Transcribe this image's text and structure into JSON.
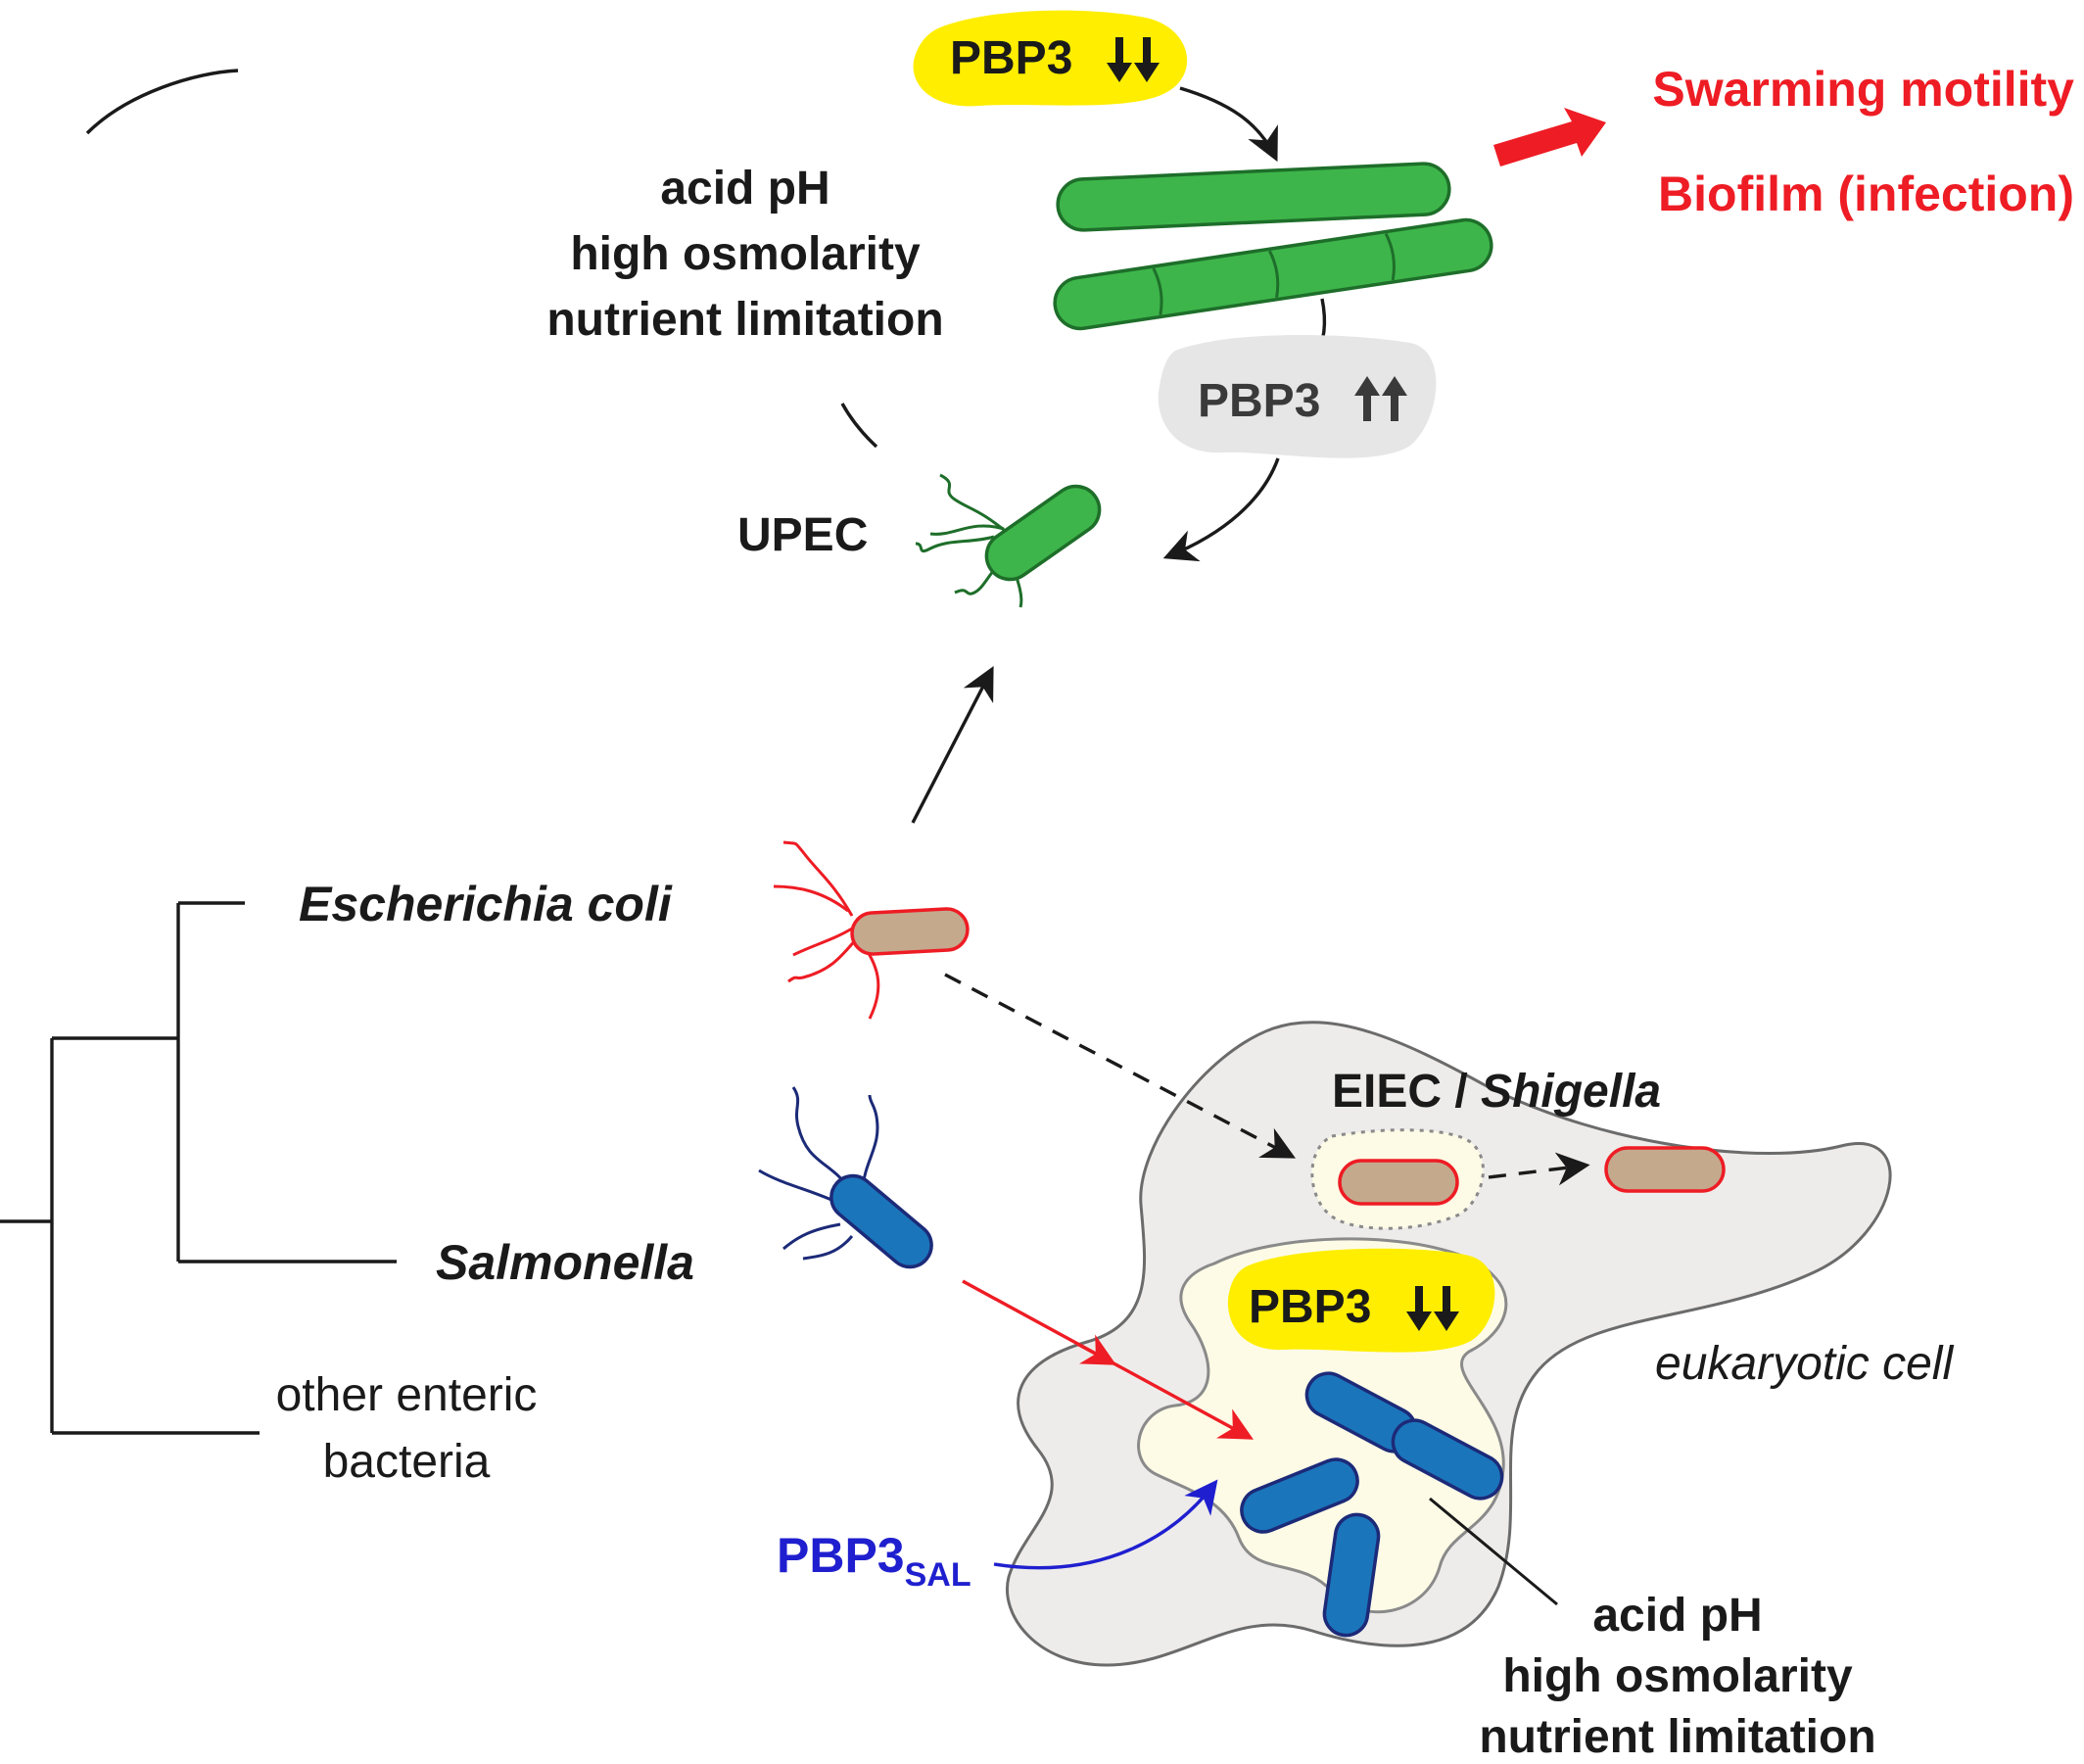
{
  "upper_cycle": {
    "conditions": [
      "acid pH",
      "high osmolarity",
      "nutrient limitation"
    ],
    "pbp3_down": "PBP3",
    "pbp3_up": "PBP3",
    "strain": "UPEC"
  },
  "outcomes": [
    "Swarming motility",
    "Biofilm (infection)"
  ],
  "tree": {
    "taxa": {
      "ecoli": "Escherichia coli",
      "salmonella": "Salmonella",
      "other_line1": "other enteric",
      "other_line2": "bacteria"
    }
  },
  "host": {
    "eiec_prefix": "EIEC / ",
    "eiec_italic": "Shigella",
    "cell_label": "eukaryotic cell",
    "pbp3_down": "PBP3",
    "pbp3_sal_main": "PBP3",
    "pbp3_sal_sub": "SAL",
    "conditions": [
      "acid pH",
      "high osmolarity",
      "nutrient limitation"
    ]
  },
  "colors": {
    "green_fill": "#3db54a",
    "green_stroke": "#1e6e2a",
    "yellow": "#ffee00",
    "red": "#ee1c24",
    "blue_fill": "#1b75bb",
    "blue_stroke": "#1c2a78",
    "tan": "#c4a98d",
    "host_gray": "#eeecea",
    "vacuole": "#fdfbe6"
  }
}
